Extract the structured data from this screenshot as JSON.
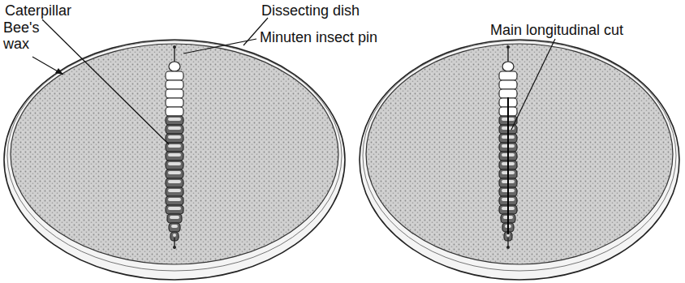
{
  "diagram": {
    "labels": [
      "Caterpillar",
      "Bee's wax",
      "Dissecting dish",
      "Minuten insect pin",
      "Main longitudinal cut"
    ]
  }
}
